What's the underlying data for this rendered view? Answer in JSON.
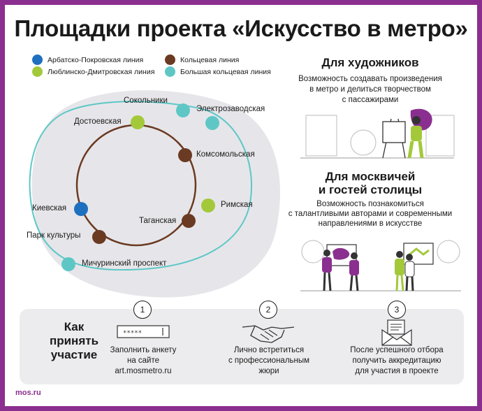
{
  "title": "Площадки проекта «Искусство в метро»",
  "legend": [
    {
      "label": "Арбатско-Покровская линия",
      "color": "#1f6fbf"
    },
    {
      "label": "Кольцевая линия",
      "color": "#6b3a22"
    },
    {
      "label": "Люблинско-Дмитровская линия",
      "color": "#a3c93a"
    },
    {
      "label": "Большая кольцевая линия",
      "color": "#5ec7c6"
    }
  ],
  "stations": {
    "sokolniki": "Сокольники",
    "elektrozavodskaya": "Электрозаводская",
    "dostoevskaya": "Достоевская",
    "komsomolskaya": "Комсомольская",
    "kievskaya": "Киевская",
    "rimskaya": "Римская",
    "taganskaya": "Таганская",
    "park_kultury": "Парк культуры",
    "michurinsky": "Мичуринский проспект"
  },
  "artists": {
    "title_line1": "Для художников",
    "desc_line1": "Возможность создавать произведения",
    "desc_line2": "в метро и делиться творчеством",
    "desc_line3": "с пассажирами"
  },
  "guests": {
    "title_line1": "Для москвичей",
    "title_line2": "и гостей столицы",
    "desc_line1": "Возможность познакомиться",
    "desc_line2": "с талантливыми авторами и современными",
    "desc_line3": "направлениями в искусстве"
  },
  "how": {
    "line1": "Как",
    "line2": "принять",
    "line3": "участие"
  },
  "steps": [
    {
      "number": "1",
      "line1": "Заполнить анкету",
      "line2": "на сайте",
      "line3": "art.mosmetro.ru",
      "icon": "form-field-icon"
    },
    {
      "number": "2",
      "line1": "Лично встретиться",
      "line2": "с профессиональным",
      "line3": "жюри",
      "icon": "handshake-icon"
    },
    {
      "number": "3",
      "line1": "После успешного отбора",
      "line2": "получить аккредитацию",
      "line3": "для участия в проекте",
      "icon": "envelope-icon"
    }
  ],
  "footer": "mos.ru",
  "colors": {
    "frame": "#8a2f8f",
    "accent_purple": "#8a2f8f",
    "accent_green": "#a3c93a",
    "panel_bg": "#ececee",
    "map_blob": "#e6e6ea"
  }
}
